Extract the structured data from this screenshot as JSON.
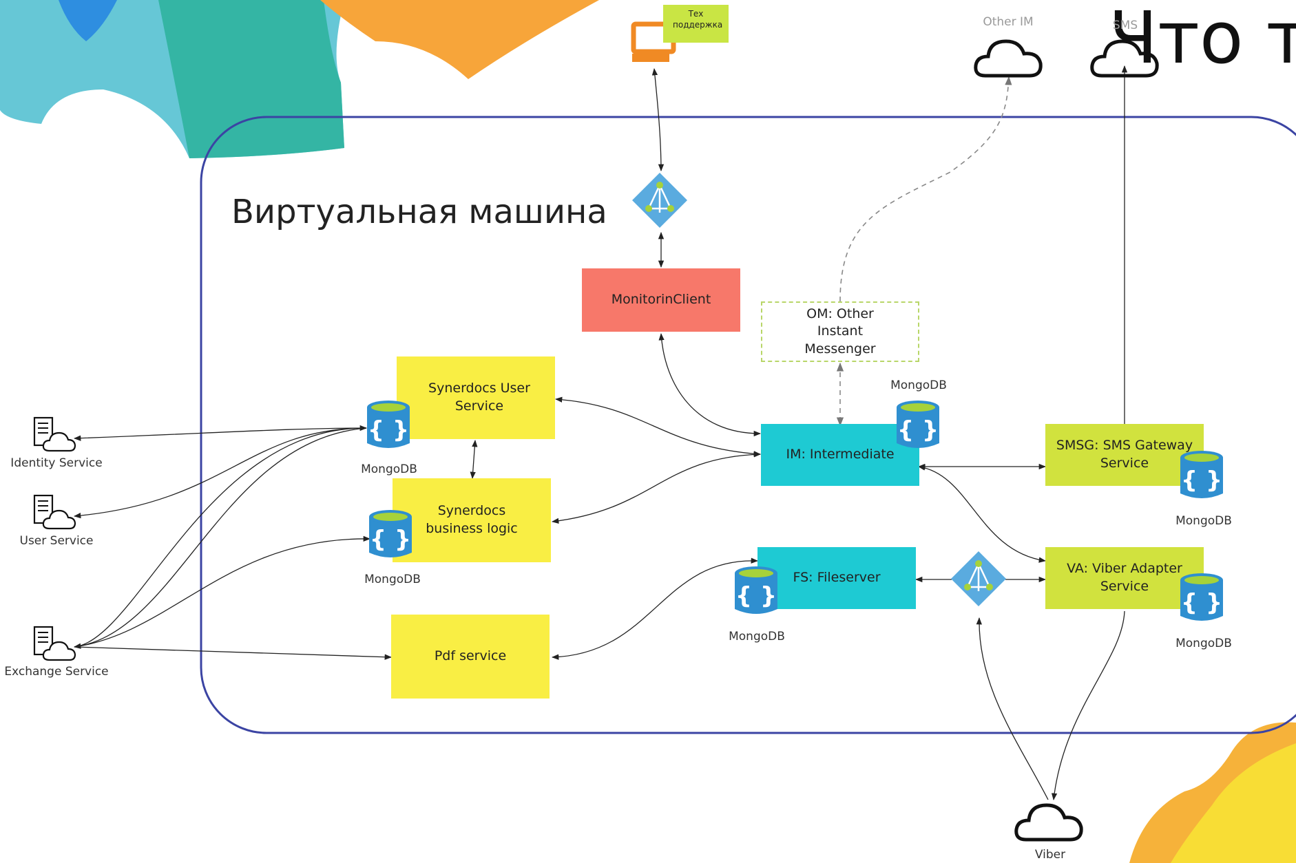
{
  "slide": {
    "title": "Что т"
  },
  "vm": {
    "title": "Виртуальная машина"
  },
  "boxes": {
    "monitor": "MonitorinClient",
    "om": "OM: Other Instant Messenger",
    "user_service": "Synerdocs User Service",
    "business": "Synerdocs business logic",
    "pdf": "Pdf service",
    "im": "IM: Intermediate",
    "smsg": "SMSG: SMS Gateway Service",
    "fs": "FS: Fileserver",
    "va": "VA: Viber Adapter Service"
  },
  "support": {
    "label": "Тех поддержка"
  },
  "clouds": {
    "other_im": "Other IM",
    "sms": "SMS",
    "viber": "Viber"
  },
  "externals": {
    "identity": "Identity Service",
    "user": "User Service",
    "exchange": "Exchange Service"
  },
  "db_label": "MongoDB",
  "colors": {
    "yellow": "#f9ee44",
    "lime": "#d1e23e",
    "cyan": "#1ecad3",
    "salmon": "#f7786a",
    "vm_border": "#3b44a3",
    "support_note": "#c9e544",
    "db_blue": "#2f8fd0",
    "db_green": "#a6d23a",
    "gateway": "#5aabdf"
  },
  "icons": {
    "external_service": "server-cloud-icon",
    "database": "mongodb-database-icon",
    "gateway": "gateway-diamond-icon",
    "support": "computer-icon",
    "cloud": "cloud-icon"
  }
}
